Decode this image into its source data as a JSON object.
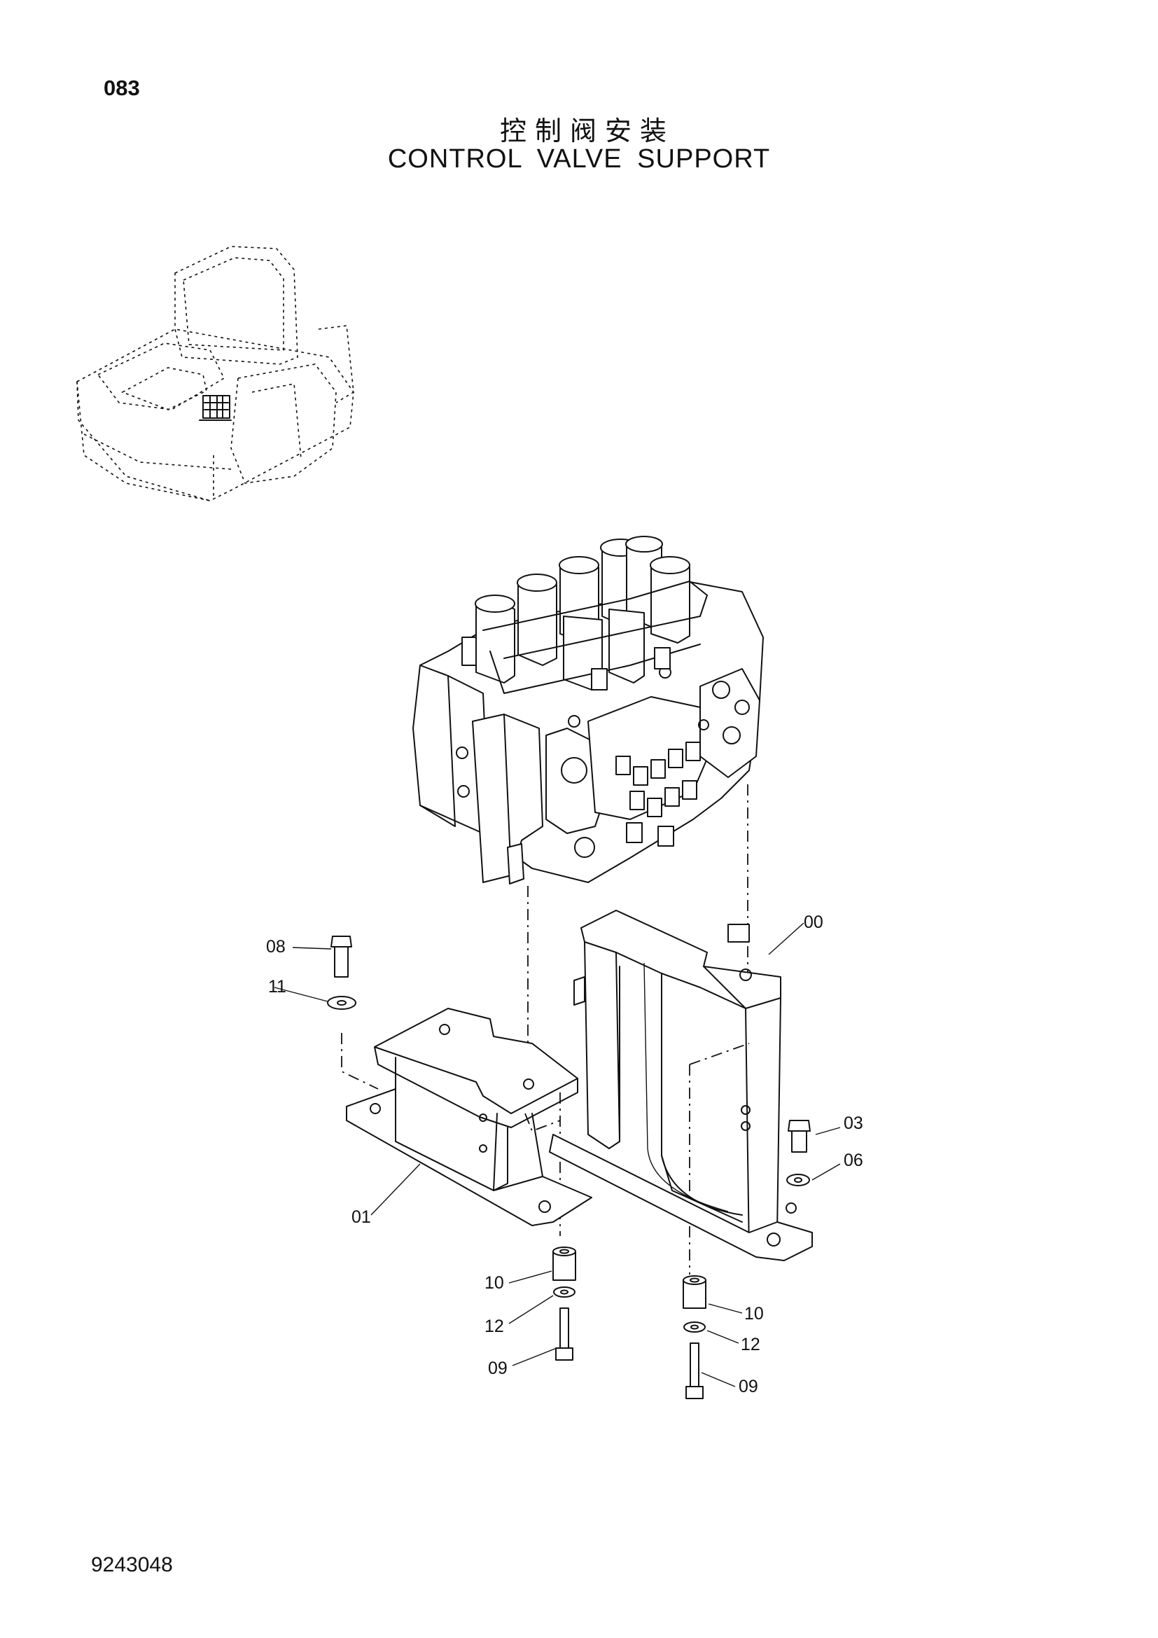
{
  "page_number": "083",
  "title_cn": "控制阀安装",
  "title_en": "CONTROL VALVE  SUPPORT",
  "drawing_number": "9243048",
  "callouts": {
    "c00": "00",
    "c01": "01",
    "c03": "03",
    "c06": "06",
    "c08": "08",
    "c11": "11",
    "c10a": "10",
    "c12a": "12",
    "c09a": "09",
    "c10b": "10",
    "c12b": "12",
    "c09b": "09"
  }
}
